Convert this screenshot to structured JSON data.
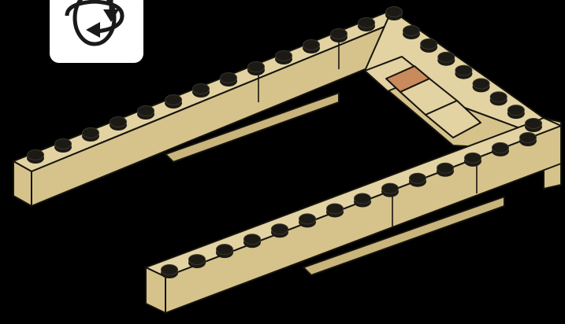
{
  "colors": {
    "background": "#000000",
    "brick_top": "#e3d3a2",
    "brick_side": "#d6c38b",
    "brick_dark": "#c9b57c",
    "stud_dark": "#1c1a15",
    "outline": "#16140f",
    "accent_tile": "#c98a5c",
    "badge": "#ffffff"
  },
  "icons": {
    "rotate": "rotate-model-icon"
  },
  "model": {
    "type": "u-shaped-brick-frame",
    "brick_color": "tan",
    "accent_tile_color": "dark orange",
    "left_arm_studs": 14,
    "right_arm_studs": 14,
    "back_row_studs": 8
  }
}
